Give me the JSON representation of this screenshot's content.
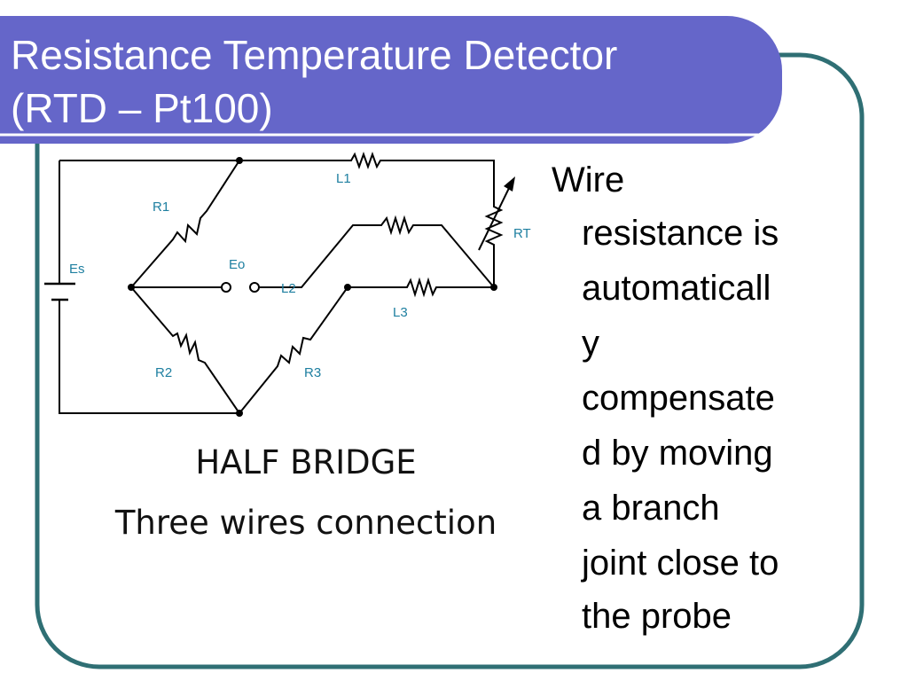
{
  "slide": {
    "title_lines": [
      "Resistance Temperature Detector",
      "(RTD – Pt100)"
    ],
    "colors": {
      "title_band": "#6566c9",
      "frame_border": "#2f6f74",
      "component_labels": "#1e7fa0"
    }
  },
  "diagram": {
    "labels": {
      "r1": "R1",
      "r2": "R2",
      "r3": "R3",
      "l1": "L1",
      "l2": "L2",
      "l3": "L3",
      "rt": "RT",
      "es": "Es",
      "eo": "Eo"
    }
  },
  "caption": {
    "line1": "HALF BRIDGE",
    "line2": "Three wires connection"
  },
  "bullet": {
    "lines": [
      "Wire",
      "resistance is",
      "automaticall",
      "y",
      "compensate",
      "d by moving",
      "a branch",
      "joint close to",
      "the probe"
    ]
  }
}
